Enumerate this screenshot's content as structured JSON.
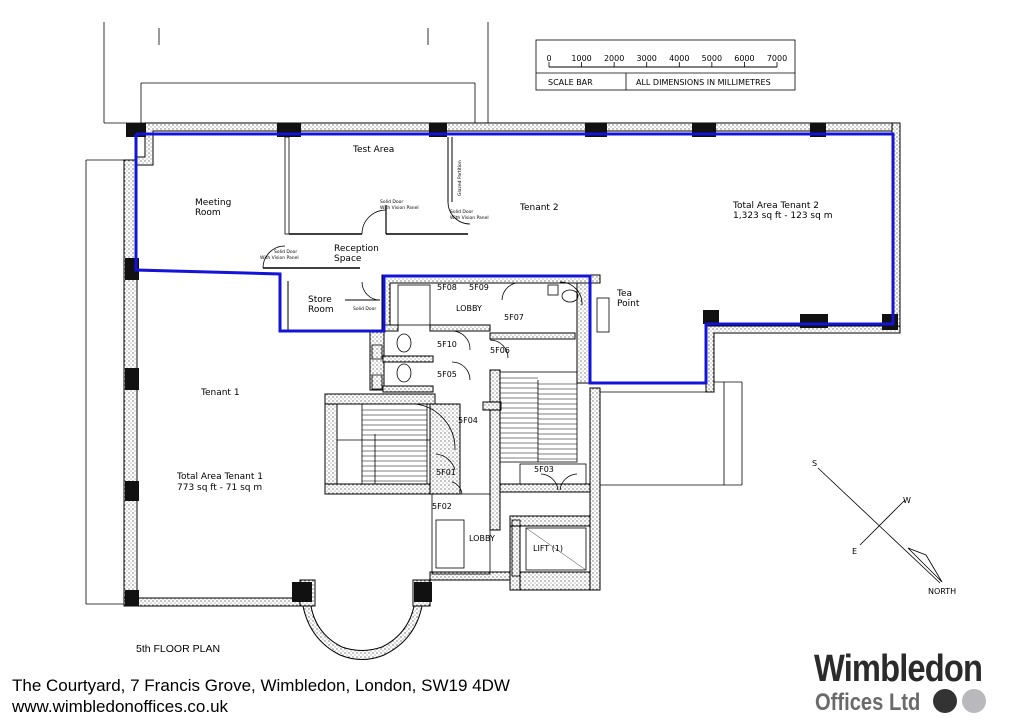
{
  "scale": {
    "ticks": [
      "0",
      "1000",
      "2000",
      "3000",
      "4000",
      "5000",
      "6000",
      "7000"
    ],
    "label": "SCALE BAR",
    "note": "ALL DIMENSIONS IN MILLIMETRES"
  },
  "rooms": {
    "test_area": "Test Area",
    "meeting": [
      "Meeting",
      "Room"
    ],
    "reception": [
      "Reception",
      "Space"
    ],
    "store": [
      "Store",
      "Room"
    ],
    "tenant2": "Tenant 2",
    "tenant2_total": [
      "Total Area Tenant 2",
      "1,323 sq ft - 123 sq m"
    ],
    "tenant1": "Tenant 1",
    "tenant1_total": [
      "Total Area Tenant 1",
      "773 sq ft - 71 sq m"
    ],
    "tea_point": [
      "Tea",
      "Point"
    ],
    "lobby_upper": "LOBBY",
    "lobby_lower": "LOBBY",
    "lift": "LIFT (1)"
  },
  "door_notes": {
    "solid_vision_1": [
      "Solid Door",
      "With Vision Panel"
    ],
    "solid_vision_2": [
      "Solid Door",
      "With Vision Panel"
    ],
    "solid_vision_3": [
      "Solid Door",
      "With Vision Panel"
    ],
    "solid_door": "Solid Door",
    "glazed_partition": "Glazed Partition"
  },
  "room_codes": [
    "5F08",
    "5F09",
    "5F07",
    "5F10",
    "5F06",
    "5F05",
    "5F04",
    "5F01",
    "5F02",
    "5F03"
  ],
  "compass": {
    "s": "S",
    "w": "W",
    "e": "E",
    "north": "NORTH"
  },
  "floor_title": "5th FLOOR PLAN",
  "address": "The Courtyard, 7 Francis Grove, Wimbledon, London, SW19 4DW",
  "website": "www.wimbledonoffices.co.uk",
  "logo": {
    "name": "Wimbledon",
    "sub": "Offices Ltd"
  },
  "colors": {
    "tenant_boundary": "#1414d8",
    "logo_dark": "#333333",
    "logo_light": "#b8b8bd"
  }
}
